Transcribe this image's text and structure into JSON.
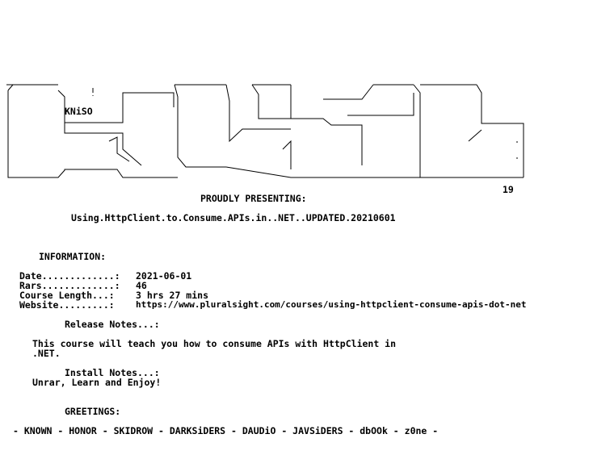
{
  "logo_text": "KNiSO",
  "logo_number": "19",
  "presenting": "PROUDLY PRESENTING:",
  "release_name": "Using.HttpClient.to.Consume.APIs.in..NET..UPDATED.20210601",
  "information_heading": "INFORMATION:",
  "info": [
    {
      "label": "Date.............:",
      "value": "2021-06-01"
    },
    {
      "label": "Rars.............:",
      "value": "46"
    },
    {
      "label": "Course Length...:",
      "value": "3 hrs 27 mins"
    },
    {
      "label": "Website.........:",
      "value": "https://www.pluralsight.com/courses/using-httpclient-consume-apis-dot-net"
    }
  ],
  "release_notes_heading": "Release Notes...:",
  "release_notes_line1": "This course will teach you how to consume APIs with HttpClient in",
  "release_notes_line2": ".NET.",
  "install_notes_heading": "Install Notes...:",
  "install_notes_text": "Unrar, Learn and Enjoy!",
  "greetings_heading": "GREETINGS:",
  "greetings_line": "- KNOWN - HONOR - SKIDROW - DARKSiDERS - DAUDiO - JAVSiDERS - dbOOk - z0ne -"
}
